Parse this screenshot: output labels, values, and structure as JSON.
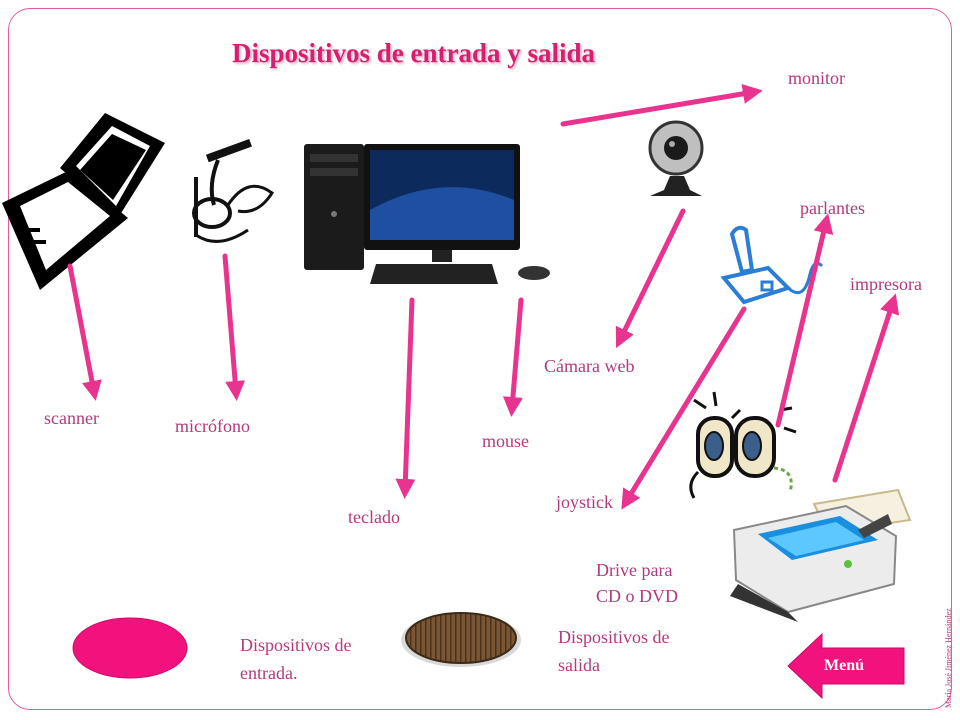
{
  "slide": {
    "title": "Dispositivos de entrada y salida",
    "credit": "María José Jiménez Hernández"
  },
  "devices": {
    "monitor": "monitor",
    "parlantes": "parlantes",
    "impresora": "impresora",
    "camara": "Cámara web",
    "scanner": "scanner",
    "microfono": "micrófono",
    "mouse": "mouse",
    "teclado": "teclado",
    "joystick": "joystick",
    "drive_line1": "Drive para",
    "drive_line2": "CD o DVD"
  },
  "legend": {
    "input_line1": "Dispositivos de",
    "input_line2": "entrada.",
    "output_line1": "Dispositivos de",
    "output_line2": "salida"
  },
  "nav": {
    "menu_label": "Menú"
  },
  "colors": {
    "accent": "#e8338f",
    "text": "#b33a7c",
    "title": "#d81f6f",
    "output_swatch": "#6b4a2b"
  }
}
